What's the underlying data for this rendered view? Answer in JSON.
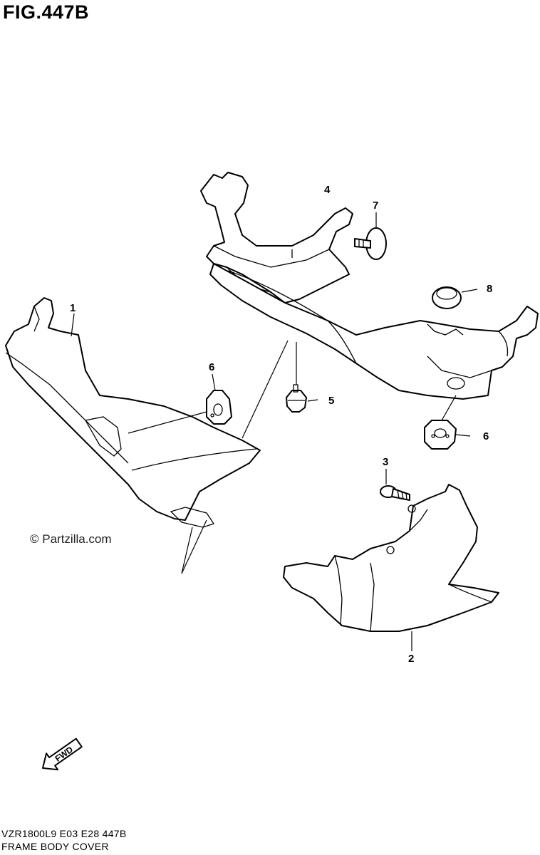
{
  "figure": {
    "title": "FIG.447B",
    "watermark": "© Partzilla.com",
    "model_code": "VZR1800L9  E03  E28  447B",
    "section_name": "FRAME BODY COVER",
    "direction_label": "FWD"
  },
  "callouts": [
    {
      "id": "1",
      "label": "1"
    },
    {
      "id": "2",
      "label": "2"
    },
    {
      "id": "3",
      "label": "3"
    },
    {
      "id": "4",
      "label": "4"
    },
    {
      "id": "5",
      "label": "5"
    },
    {
      "id": "6a",
      "label": "6"
    },
    {
      "id": "6b",
      "label": "6"
    },
    {
      "id": "7",
      "label": "7"
    },
    {
      "id": "8",
      "label": "8"
    }
  ]
}
